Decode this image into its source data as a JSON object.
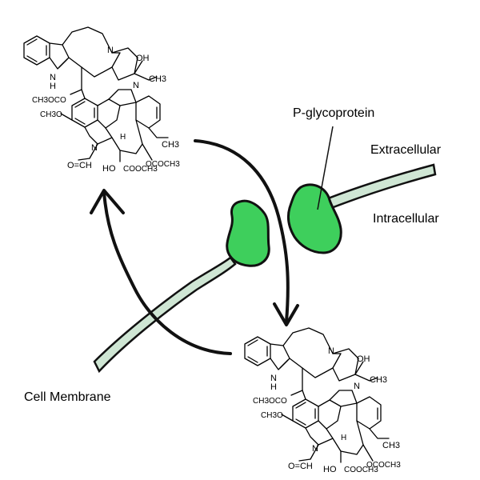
{
  "labels": {
    "protein": "P-glycoprotein",
    "extracellular": "Extracellular",
    "intracellular": "Intracellular",
    "membrane": "Cell Membrane"
  },
  "molecule_atoms": {
    "nh": "N\nH",
    "n_top": "N",
    "oh": "OH",
    "ch3_ethyl": "CH3",
    "methyl_ester": "CH3OCO",
    "methoxy": "CH3O",
    "n_lower": "N",
    "h": "H",
    "n_formyl": "N",
    "formyl": "O=CH",
    "ho": "HO",
    "coo": "COOCH3",
    "ococh3": "OCOCH3",
    "ch3_lower": "CH3"
  },
  "colors": {
    "protein_fill": "#3ecf5c",
    "protein_stroke": "#111111",
    "membrane_fill": "#cfe6d4",
    "membrane_stroke": "#111111",
    "arrow": "#111111"
  }
}
